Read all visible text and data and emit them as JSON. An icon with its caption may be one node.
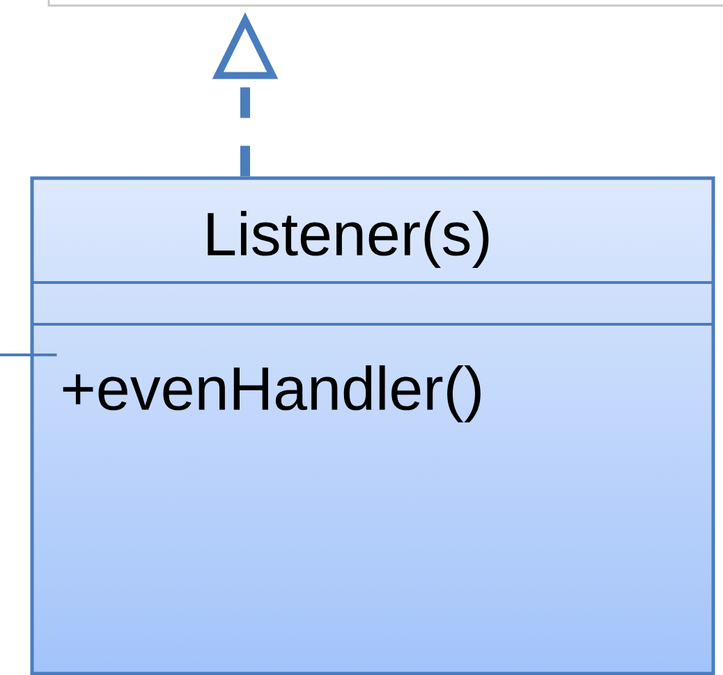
{
  "diagram": {
    "nodes": [
      {
        "text": [],
        "shape": "box"
      },
      {
        "text": [
          "Listener(s)",
          "+evenHandler()"
        ]
      }
    ],
    "edges": [
      {
        "from": 1,
        "to": 0,
        "arrow": "to",
        "style": "dashed"
      },
      {
        "from": null,
        "to": 1,
        "arrow": "none"
      }
    ]
  }
}
